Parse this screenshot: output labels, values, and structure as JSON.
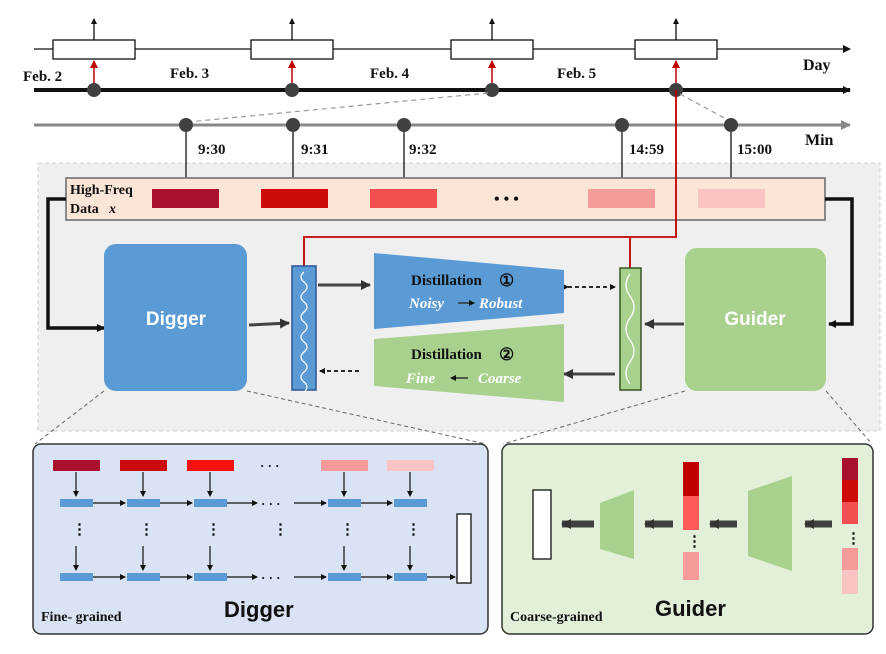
{
  "timeline_day": {
    "dates": [
      "Feb. 2",
      "Feb. 3",
      "Feb. 4",
      "Feb. 5"
    ],
    "axis_label": "Day"
  },
  "timeline_min": {
    "times": [
      "9:30",
      "9:31",
      "9:32",
      "14:59",
      "15:00"
    ],
    "axis_label": "Min"
  },
  "high_freq": {
    "label_line1": "High-Freq",
    "label_line2": "Data",
    "label_var": "x",
    "ellipsis": "• • •",
    "colors": [
      "#a8102e",
      "#cc0a0a",
      "#f25050",
      "#f79a9a",
      "#fac4c4"
    ]
  },
  "digger": {
    "title": "Digger"
  },
  "guider": {
    "title": "Guider"
  },
  "distillation_1": {
    "title": "Distillation",
    "marker": "①",
    "from": "Noisy",
    "to": "Robust"
  },
  "distillation_2": {
    "title": "Distillation",
    "marker": "②",
    "left": "Fine",
    "right": "Coarse"
  },
  "digger_detail": {
    "title": "Digger",
    "caption": "Fine- grained",
    "ellipsis_h": "· · ·",
    "ellipsis_v": "⋮",
    "colors": [
      "#a8102e",
      "#cc0a0a",
      "#f51010",
      "#f79a9a",
      "#fac4c4"
    ]
  },
  "guider_detail": {
    "title": "Guider",
    "caption": "Coarse-grained",
    "ellipsis_v": "⋮"
  },
  "colors": {
    "digger_blue": "#5b9bd5",
    "guider_green": "#a9d18e",
    "dark_red": "#c00000",
    "panel_blue": "#dae3f3",
    "panel_green": "#e2efd9",
    "band_orange": "#fbe5d6"
  }
}
